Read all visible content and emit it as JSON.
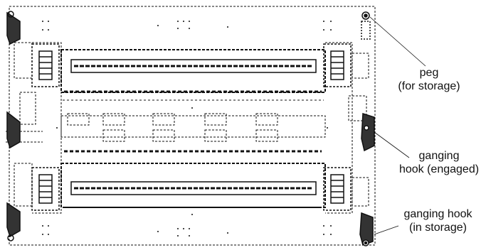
{
  "labels": {
    "peg": {
      "line1": "peg",
      "line2": "(for storage)"
    },
    "hook_engaged": {
      "line1": "ganging",
      "line2": "hook (engaged)"
    },
    "hook_storage": {
      "line1": "ganging hook",
      "line2": "(in storage)"
    }
  },
  "colors": {
    "ink": "#111111",
    "background": "#ffffff"
  }
}
